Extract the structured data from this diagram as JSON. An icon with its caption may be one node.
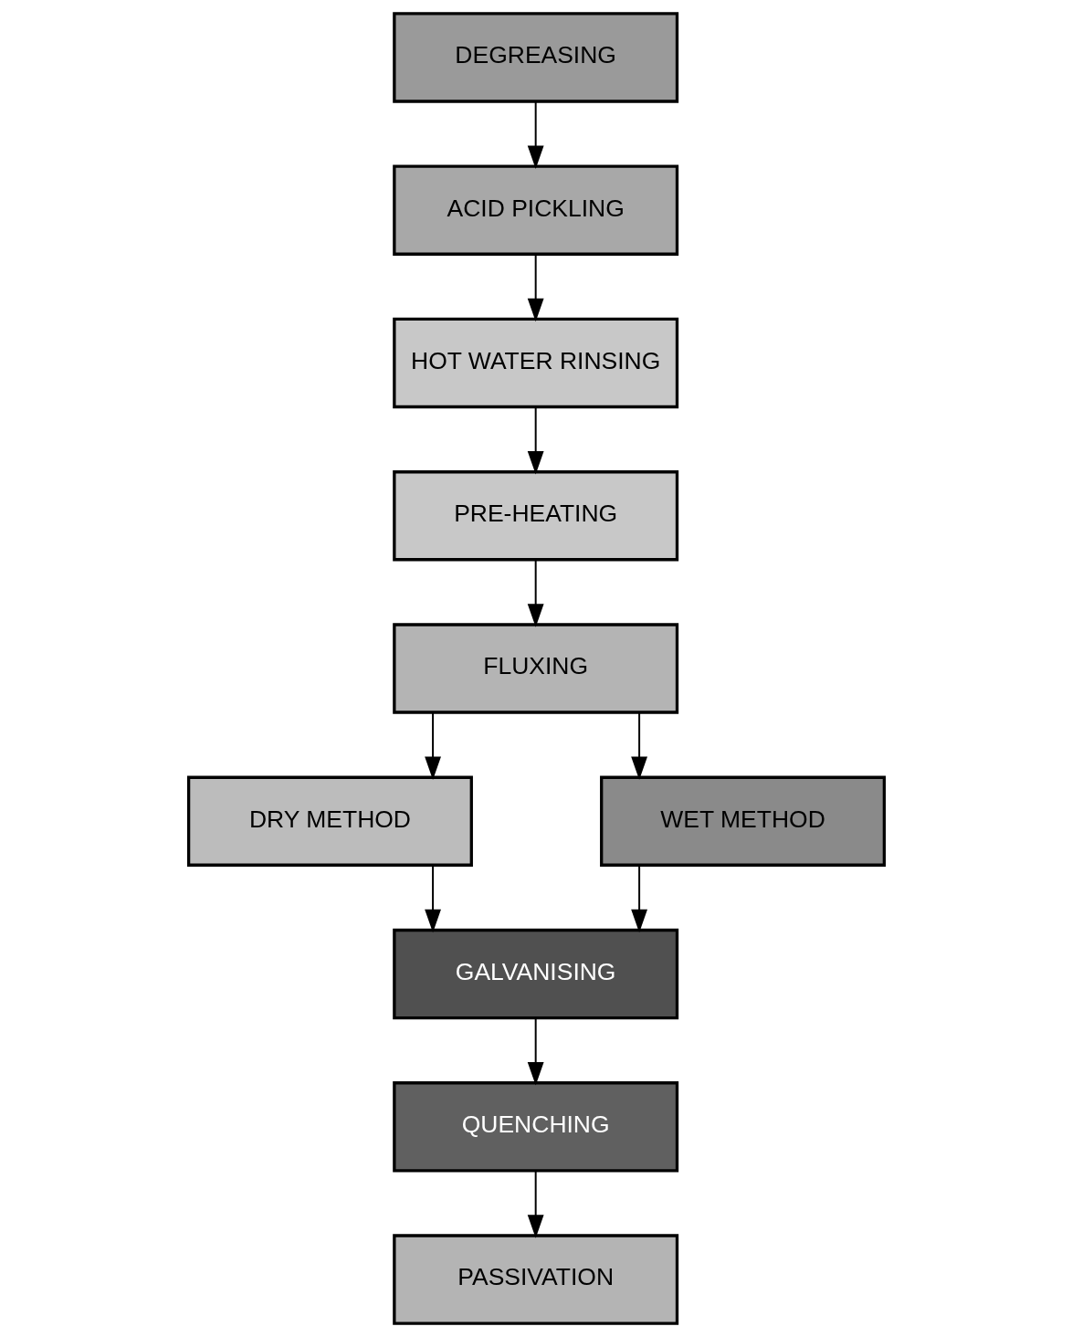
{
  "diagram": {
    "nodes": [
      {
        "text": [
          "DEGREASING"
        ]
      },
      {
        "text": [
          "ACID PICKLING"
        ]
      },
      {
        "text": [
          "HOT WATER RINSING"
        ]
      },
      {
        "text": [
          "PRE-HEATING"
        ]
      },
      {
        "text": [
          "FLUXING"
        ]
      },
      {
        "text": [
          "DRY METHOD"
        ]
      },
      {
        "text": [
          "WET METHOD"
        ]
      },
      {
        "text": [
          "GALVANISING"
        ]
      },
      {
        "text": [
          "QUENCHING"
        ]
      },
      {
        "text": [
          "PASSIVATION"
        ]
      }
    ],
    "edges": [
      {
        "from": 0,
        "to": 1,
        "arrow": "to"
      },
      {
        "from": 1,
        "to": 2,
        "arrow": "to"
      },
      {
        "from": 2,
        "to": 3,
        "arrow": "to"
      },
      {
        "from": 3,
        "to": 4,
        "arrow": "to"
      },
      {
        "from": 4,
        "to": 5,
        "arrow": "to"
      },
      {
        "from": 4,
        "to": 6,
        "arrow": "to"
      },
      {
        "from": 5,
        "to": 7,
        "arrow": "to"
      },
      {
        "from": 6,
        "to": 7,
        "arrow": "to"
      },
      {
        "from": 7,
        "to": 8,
        "arrow": "to"
      },
      {
        "from": 8,
        "to": 9,
        "arrow": "to"
      }
    ]
  }
}
